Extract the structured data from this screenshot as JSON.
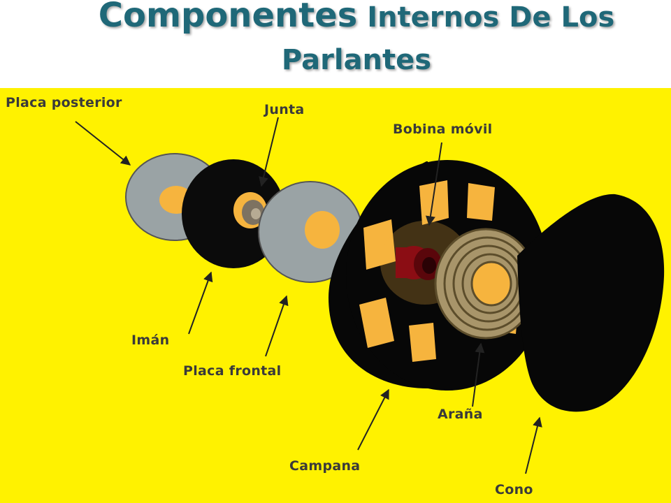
{
  "title": {
    "part1": "Componentes",
    "part2": " Internos De Los",
    "line2": "Parlantes"
  },
  "labels": {
    "placa_posterior": "Placa posterior",
    "junta": "Junta",
    "bobina_movil": "Bobina móvil",
    "iman": "Imán",
    "placa_frontal": "Placa frontal",
    "arana": "Araña",
    "campana": "Campana",
    "cono": "Cono"
  },
  "colors": {
    "title": "#1f6878",
    "background": "#fff200",
    "label": "#3a3a3a",
    "plate": "#9aa3a5",
    "hole": "#f6b43e",
    "black": "#000000",
    "coil": "#8b0d14",
    "spider": "#a8956a"
  }
}
